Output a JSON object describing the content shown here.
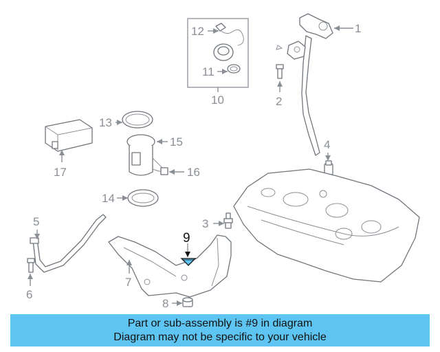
{
  "callouts": {
    "c1": "1",
    "c2": "2",
    "c3": "3",
    "c4": "4",
    "c5": "5",
    "c6": "6",
    "c7": "7",
    "c8": "8",
    "c9": "9",
    "c10": "10",
    "c11": "11",
    "c12": "12",
    "c13": "13",
    "c14": "14",
    "c15": "15",
    "c16": "16",
    "c17": "17"
  },
  "highlight_color": "#5ec5f2",
  "banner": {
    "line1": "Part or sub-assembly is #9 in diagram",
    "line2": "Diagram may not be specific to your vehicle"
  }
}
